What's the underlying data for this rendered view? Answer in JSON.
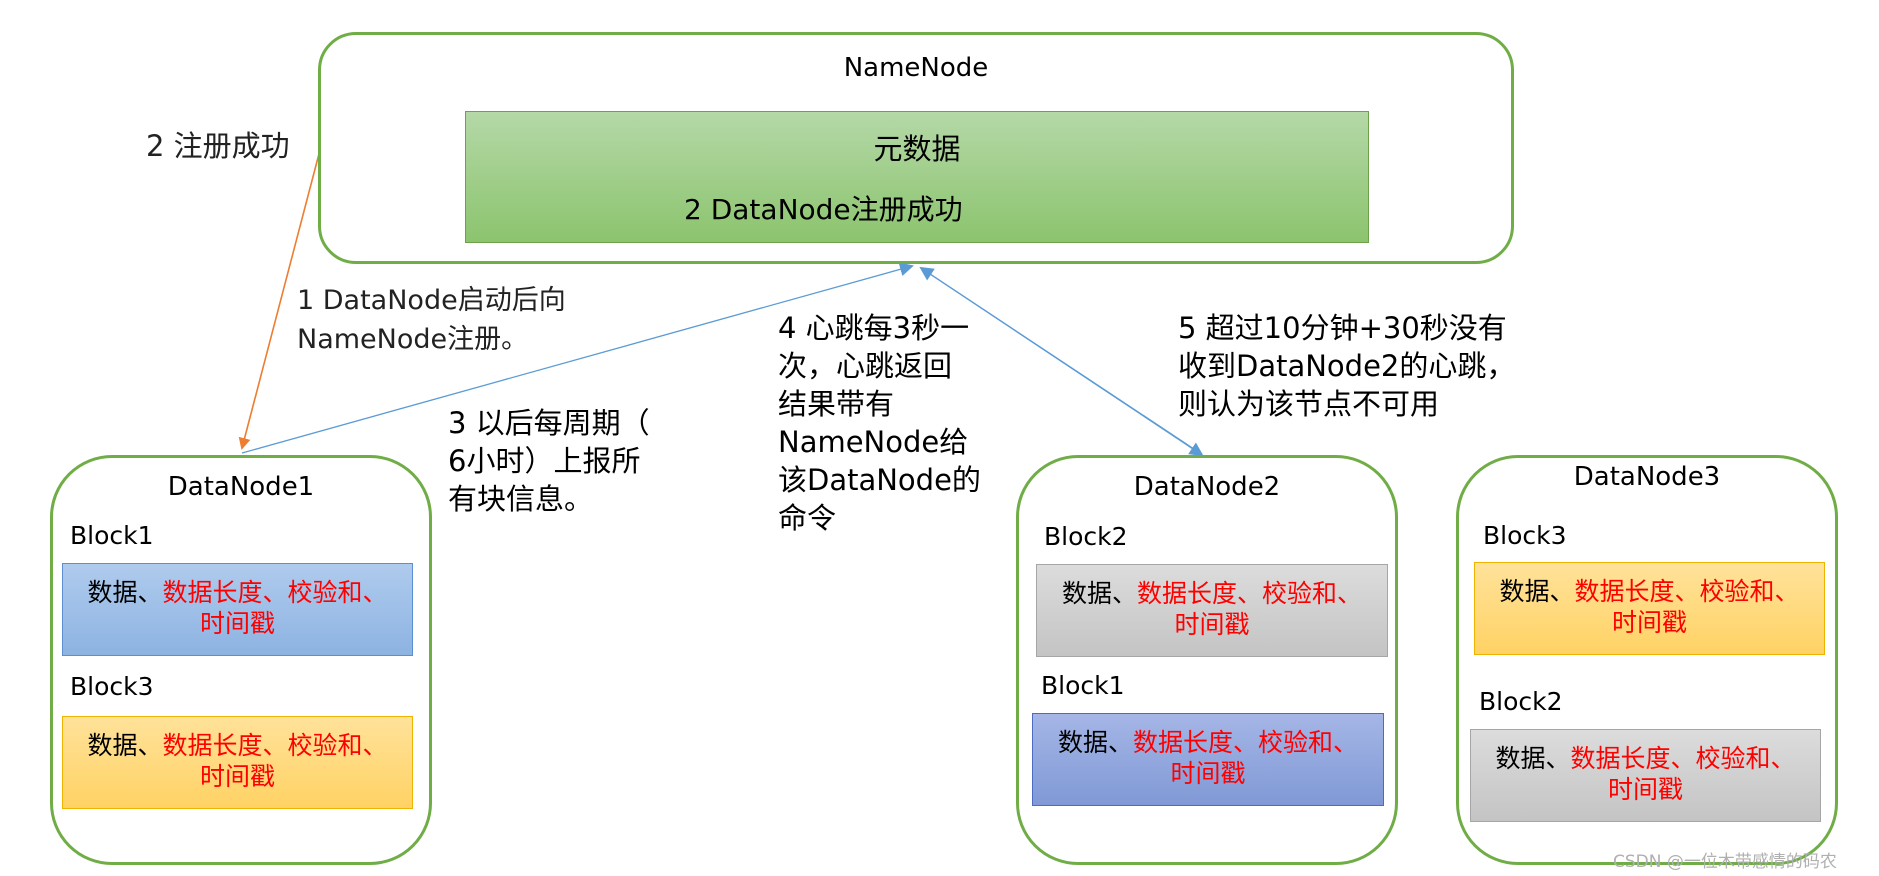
{
  "namenode": {
    "title": "NameNode",
    "metadata_title": "元数据",
    "metadata_text": "2 DataNode注册成功"
  },
  "notes": {
    "register_success": "2 注册成功",
    "step1_line1": "1 DataNode启动后向",
    "step1_line2": "NameNode注册。",
    "step3_line1": "3 以后每周期（",
    "step3_line2": "6小时）上报所",
    "step3_line3": "有块信息。",
    "step4_line1": "4 心跳每3秒一",
    "step4_line2": "次，心跳返回",
    "step4_line3": "结果带有",
    "step4_line4": "NameNode给",
    "step4_line5": "该DataNode的",
    "step4_line6": "命令",
    "step5_line1": "5 超过10分钟+30秒没有",
    "step5_line2": "收到DataNode2的心跳，",
    "step5_line3": "则认为该节点不可用"
  },
  "block_content": {
    "data": "数据、",
    "length_checksum": "数据长度、校验和、",
    "timestamp": "时间戳"
  },
  "datanodes": [
    {
      "title": "DataNode1",
      "blocks": [
        {
          "label": "Block1",
          "color": "#8db3e2"
        },
        {
          "label": "Block3",
          "color": "#ffd264"
        }
      ]
    },
    {
      "title": "DataNode2",
      "blocks": [
        {
          "label": "Block2",
          "color": "#c4c4c4"
        },
        {
          "label": "Block1",
          "color": "#8099d6"
        }
      ]
    },
    {
      "title": "DataNode3",
      "blocks": [
        {
          "label": "Block3",
          "color": "#ffd264"
        },
        {
          "label": "Block2",
          "color": "#c4c4c4"
        }
      ]
    }
  ],
  "colors": {
    "node_border": "#70ad47",
    "register_arrow": "#ed7d31",
    "heartbeat_arrow": "#5b9bd5"
  },
  "watermark": "CSDN @一位木带感情的码农"
}
